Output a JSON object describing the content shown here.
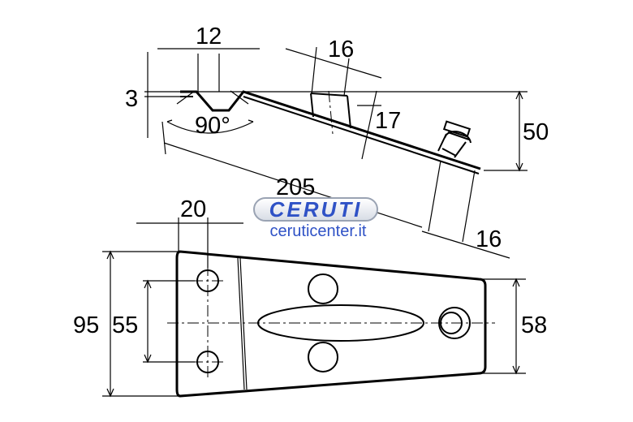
{
  "dimensions": {
    "d12": "12",
    "d3": "3",
    "d90": "90°",
    "d16_top": "16",
    "d17": "17",
    "d50": "50",
    "d205": "205",
    "d20": "20",
    "d16_right": "16",
    "d95": "95",
    "d55": "55",
    "d58": "58"
  },
  "watermark": {
    "brand": "CERUTI",
    "site": "ceruticenter.it"
  },
  "colors": {
    "line": "#000000",
    "brand": "#2f52c6"
  }
}
